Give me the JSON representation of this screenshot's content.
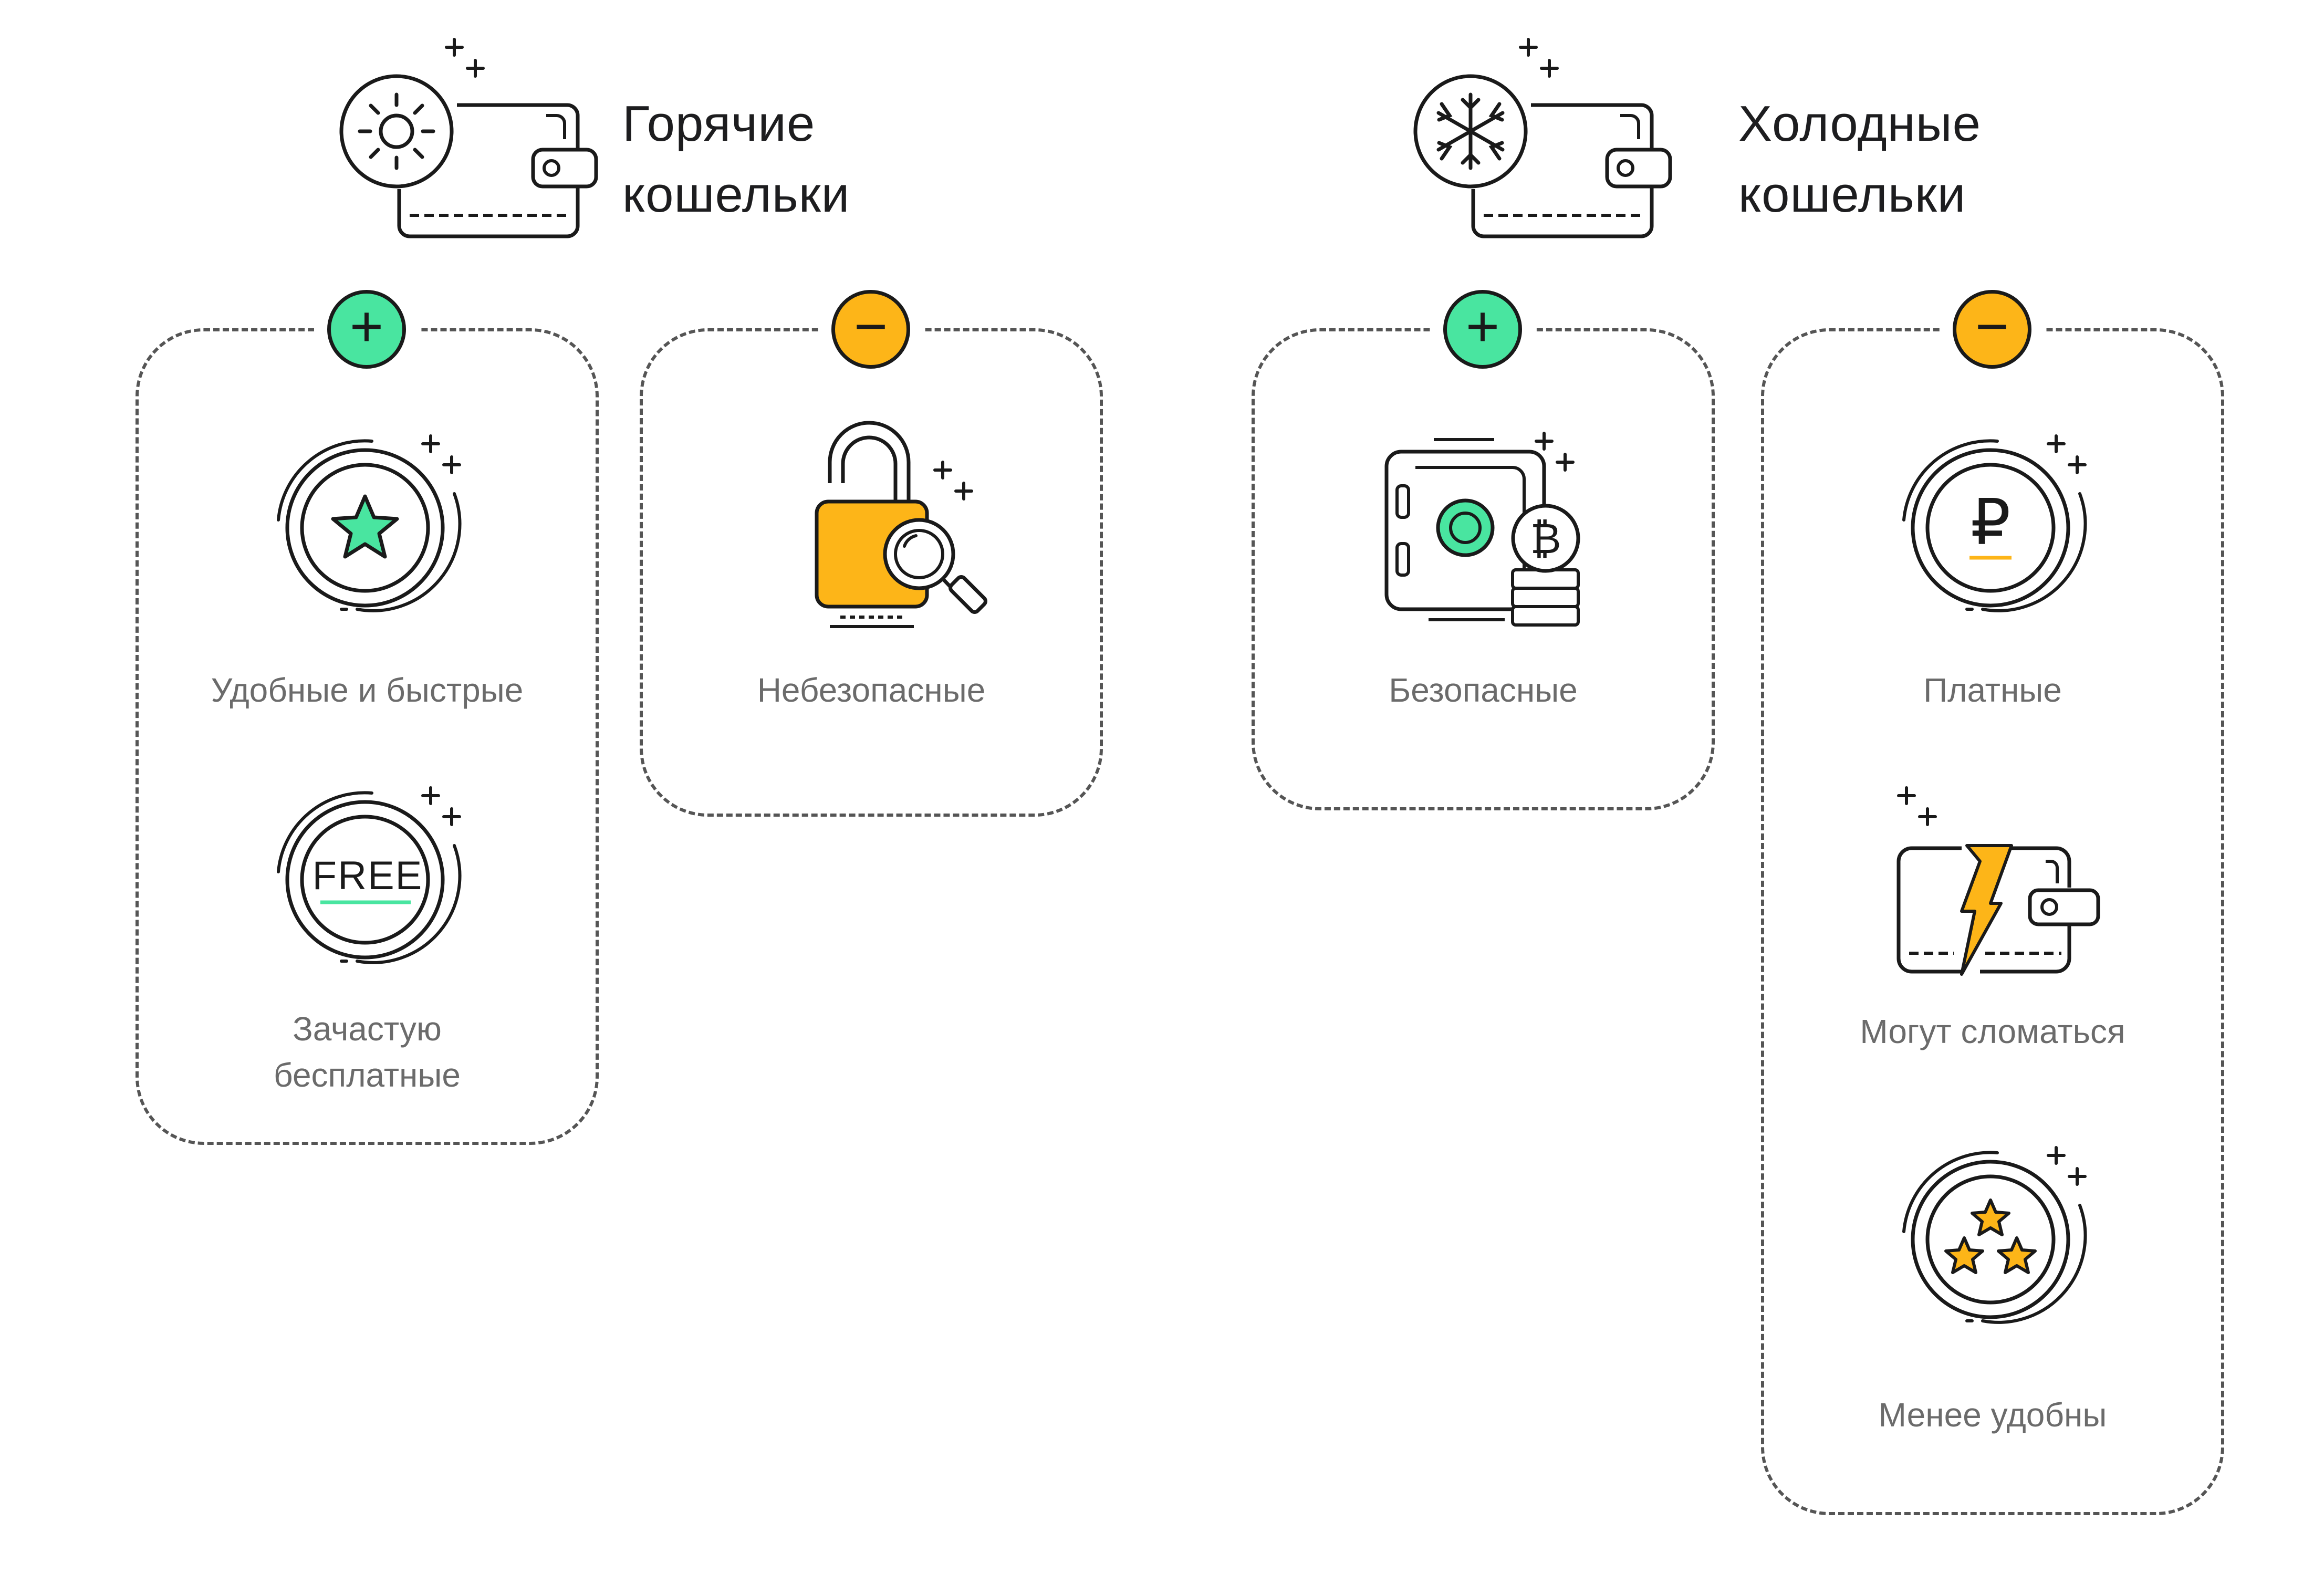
{
  "groups": {
    "hot": {
      "title_line1": "Горячие",
      "title_line2": "кошельки",
      "pros": {
        "sign": "+",
        "items": [
          {
            "label": "Удобные и быстрые",
            "icon": "star-coin-icon"
          },
          {
            "label_line1": "Зачастую",
            "label_line2": "бесплатные",
            "icon": "free-coin-icon",
            "coin_text": "FREE"
          }
        ]
      },
      "cons": {
        "sign": "−",
        "items": [
          {
            "label": "Небезопасные",
            "icon": "unlocked-padlock-magnifier-icon"
          }
        ]
      }
    },
    "cold": {
      "title_line1": "Холодные",
      "title_line2": "кошельки",
      "pros": {
        "sign": "+",
        "items": [
          {
            "label": "Безопасные",
            "icon": "safe-bitcoin-icon"
          }
        ]
      },
      "cons": {
        "sign": "−",
        "items": [
          {
            "label": "Платные",
            "icon": "ruble-coin-icon",
            "coin_text": "₽"
          },
          {
            "label": "Могут сломаться",
            "icon": "broken-wallet-icon"
          },
          {
            "label": "Менее удобны",
            "icon": "three-stars-coin-icon"
          }
        ]
      }
    }
  },
  "colors": {
    "green": "#49e5a0",
    "yellow": "#fdb518",
    "stroke": "#1a1a1a",
    "label": "#6b6b6b",
    "dash": "#555555"
  }
}
